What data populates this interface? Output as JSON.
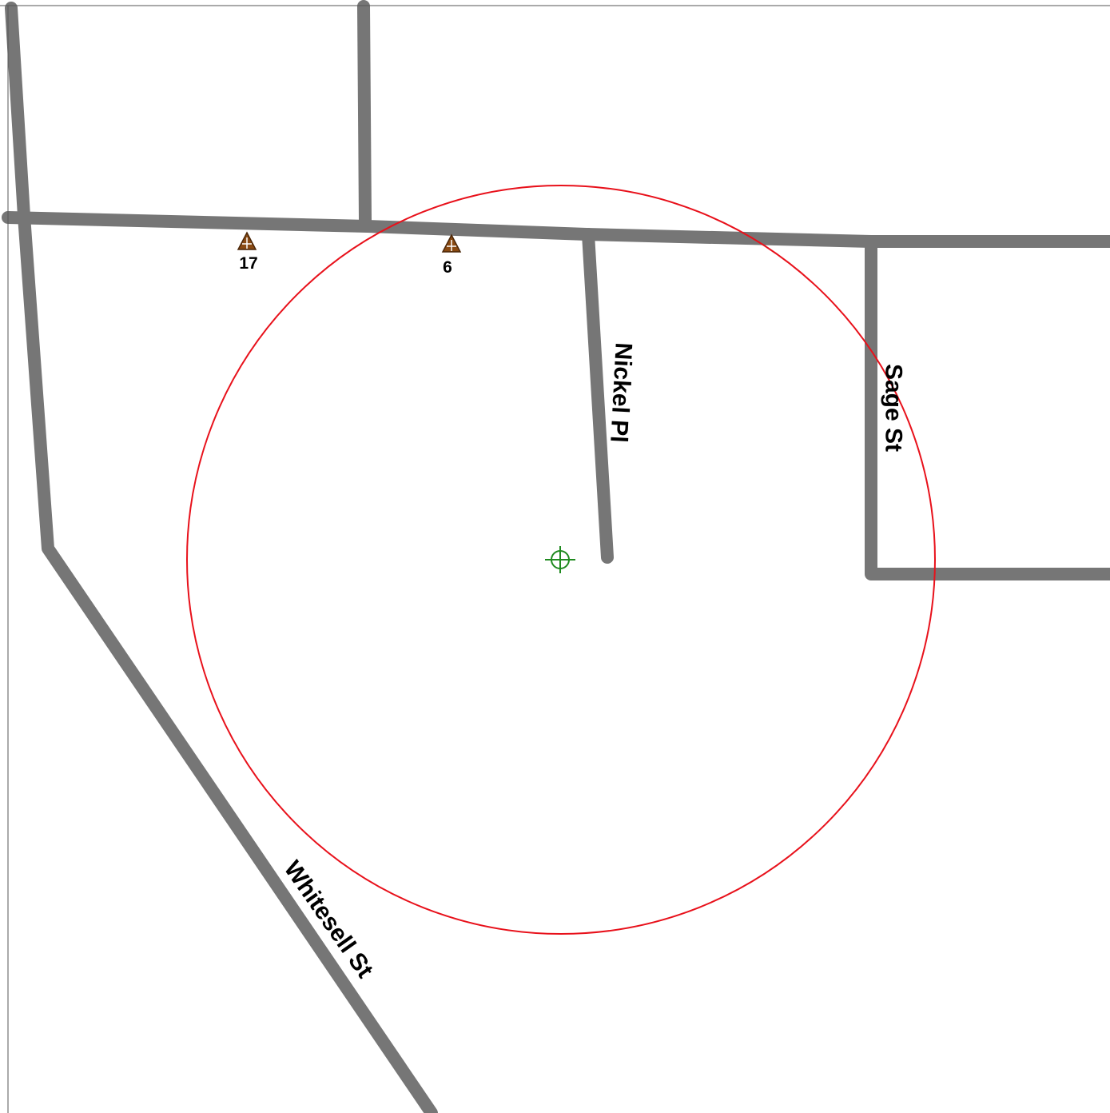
{
  "map": {
    "colors": {
      "background": "#ffffff",
      "frame": "#555555",
      "road": "#767676",
      "search_radius": "#e8111b",
      "location_crosshair": "#1f8a1f",
      "marker_fill": "#8a4a12",
      "marker_outline": "#4a2608",
      "label_text": "#000000"
    },
    "streets": [
      {
        "id": "nickel",
        "label": "Nickel Pl"
      },
      {
        "id": "sage",
        "label": "Sage St"
      },
      {
        "id": "whitesell",
        "label": "Whitesell St"
      }
    ],
    "markers": [
      {
        "label": "17",
        "icon": "warning-triangle-icon"
      },
      {
        "label": "6",
        "icon": "warning-triangle-icon"
      }
    ],
    "center_icon": "crosshair-icon"
  }
}
